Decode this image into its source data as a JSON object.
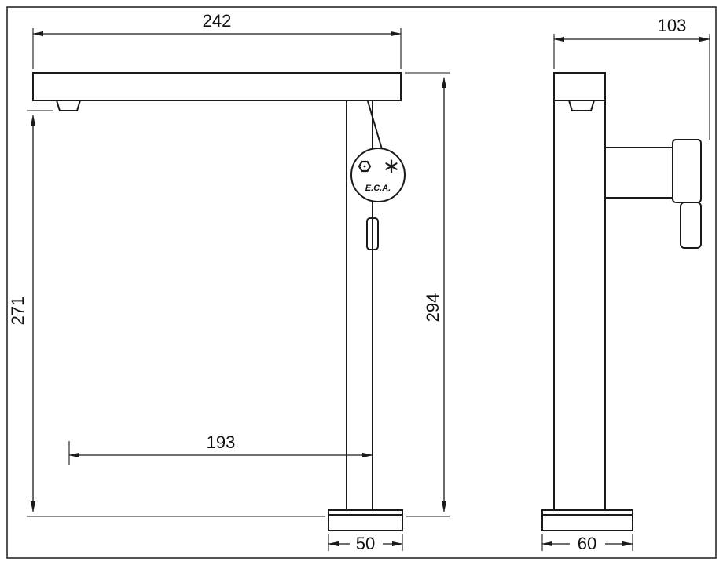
{
  "front_view": {
    "dim_spout_width": "242",
    "dim_height_to_spout": "271",
    "dim_height_total": "294",
    "dim_spout_reach": "193",
    "dim_base_width": "50",
    "logo_text": "E.C.A."
  },
  "side_view": {
    "dim_depth": "103",
    "dim_base_depth": "60"
  }
}
